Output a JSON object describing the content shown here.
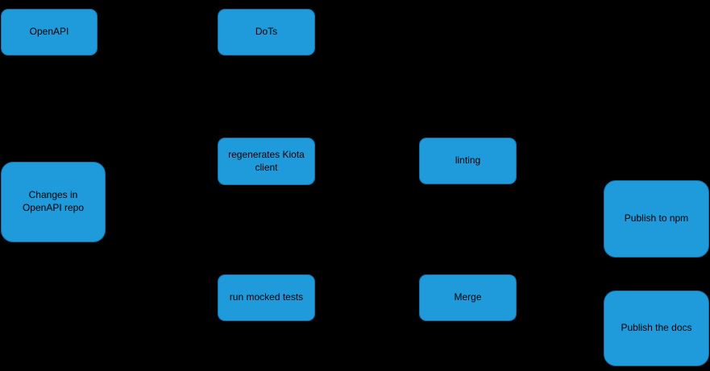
{
  "diagram": {
    "background_color": "#000000",
    "node_fill_color": "#1f9ada",
    "node_border_color": "#1173ab",
    "node_text_color": "#000000",
    "nodes": [
      {
        "id": "openapi",
        "label": "OpenAPI"
      },
      {
        "id": "dots",
        "label": "DoTs"
      },
      {
        "id": "regenerates-kiota-client",
        "label": "regenerates Kiota client"
      },
      {
        "id": "linting",
        "label": "linting"
      },
      {
        "id": "changes-in-openapi-repo",
        "label": "Changes in OpenAPI repo"
      },
      {
        "id": "publish-to-npm",
        "label": "Publish to npm"
      },
      {
        "id": "run-mocked-tests",
        "label": "run mocked tests"
      },
      {
        "id": "merge",
        "label": "Merge"
      },
      {
        "id": "publish-the-docs",
        "label": "Publish the docs"
      }
    ]
  }
}
